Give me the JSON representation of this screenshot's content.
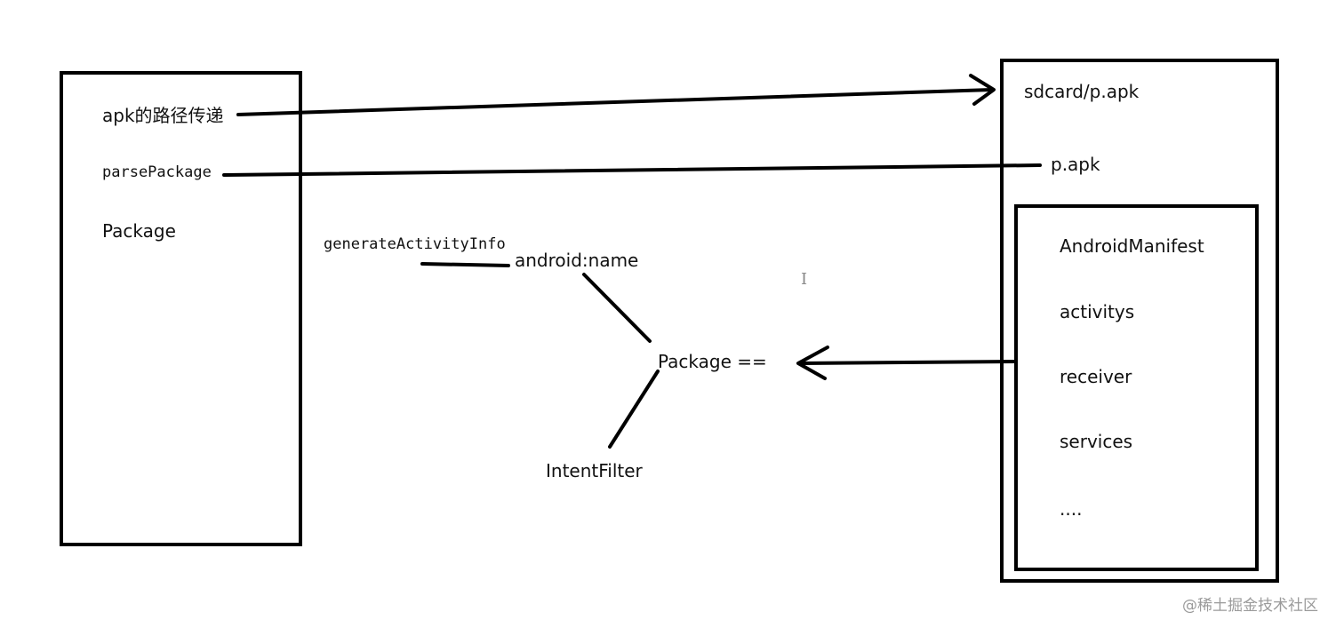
{
  "left_box": {
    "items": [
      "apk的路径传递",
      "parsePackage",
      "Package"
    ]
  },
  "center": {
    "generate_activity_info": "generateActivityInfo",
    "android_name": "android:name",
    "package_eq": "Package ==",
    "intent_filter": "IntentFilter"
  },
  "right_box": {
    "path": "sdcard/p.apk",
    "apk": "p.apk",
    "manifest": {
      "items": [
        "AndroidManifest",
        "activitys",
        "receiver",
        "services",
        "...."
      ]
    }
  },
  "watermark": "@稀土掘金技术社区",
  "colors": {
    "stroke": "#000000",
    "text": "#111111",
    "watermark": "#9a9a9a",
    "cursor": "#888888"
  },
  "icons": {
    "cursor": "text-cursor-icon"
  }
}
